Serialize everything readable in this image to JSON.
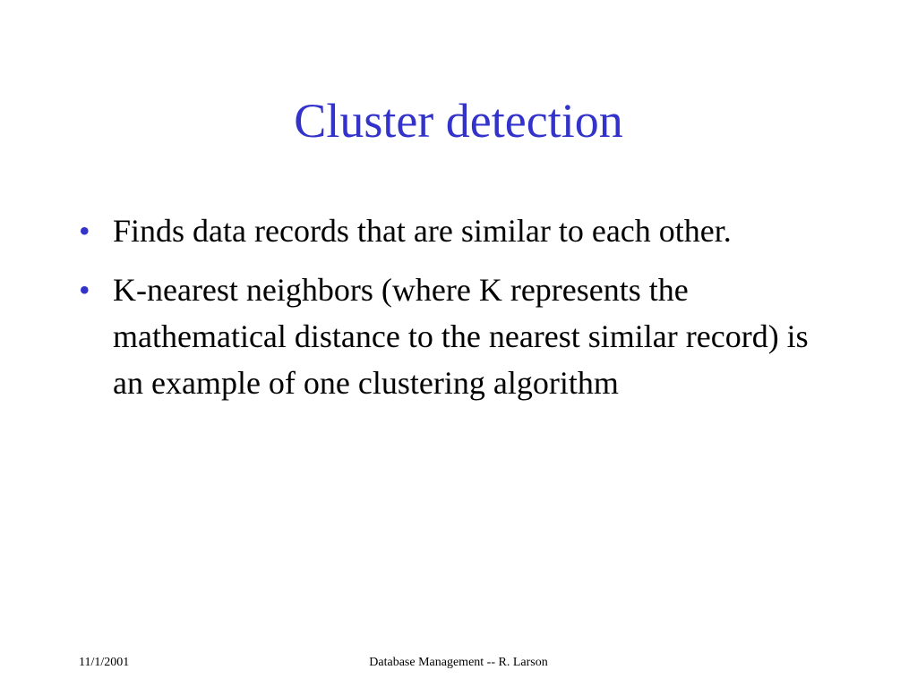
{
  "slide": {
    "title": "Cluster detection",
    "bullets": [
      {
        "marker": "•",
        "text": "Finds data records that are similar to each other."
      },
      {
        "marker": "•",
        "text": "K-nearest neighbors (where K represents the mathematical distance to the nearest similar record) is an example of one clustering algorithm"
      }
    ]
  },
  "footer": {
    "date": "11/1/2001",
    "center": "Database Management -- R. Larson"
  },
  "colors": {
    "title": "#3333cc",
    "bullet_marker": "#3333cc",
    "body_text": "#000000",
    "background": "#ffffff"
  }
}
